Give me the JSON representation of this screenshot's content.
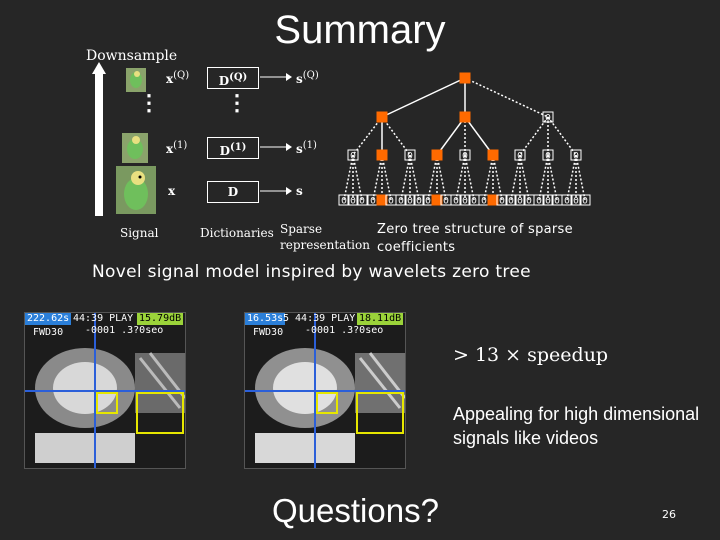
{
  "slide": {
    "title": "Summary",
    "page_number": "26"
  },
  "left_diagram": {
    "downsample_label": "Downsample",
    "signal_label": "Signal",
    "dictionaries_label": "Dictionaries",
    "sparse_label_line1": "Sparse",
    "sparse_label_line2": "representation",
    "rows": [
      {
        "signal": "x",
        "sup": "(Q)",
        "dict": "D",
        "dict_sup": "(Q)",
        "coef": "s",
        "coef_sup": "(Q)"
      },
      {
        "signal": "x",
        "sup": "(1)",
        "dict": "D",
        "dict_sup": "(1)",
        "coef": "s",
        "coef_sup": "(1)"
      },
      {
        "signal": "x",
        "sup": "",
        "dict": "D",
        "dict_sup": "",
        "coef": "s",
        "coef_sup": ""
      }
    ],
    "ellipsis": "⋮"
  },
  "tree": {
    "caption_line1": "Zero tree structure of sparse",
    "caption_line2": "coefficients",
    "zero_label": "0",
    "node_color": "#ff6a00"
  },
  "main_text": {
    "tagline": "Novel signal model inspired by wavelets zero tree",
    "speedup": "> 13 × speedup",
    "appealing": "Appealing for high dimensional signals like videos",
    "questions": "Questions?"
  },
  "videos": [
    {
      "time": "222.62s",
      "psnr": "15.79dB",
      "info1": "44:39 PLAY",
      "info2": "-0001 .3?0seo",
      "info3": "FWD30"
    },
    {
      "time": "16.53s",
      "psnr": "18.11dB",
      "info1": "5 44:39 PLAY",
      "info2": "-0001 .3?0seo",
      "info3": "FWD30"
    }
  ],
  "colors": {
    "background": "#262626",
    "orange": "#ff6a00",
    "time_tag": "#2b7fd9",
    "psnr_tag": "#9bd33a",
    "tagline": "#ffffff"
  }
}
